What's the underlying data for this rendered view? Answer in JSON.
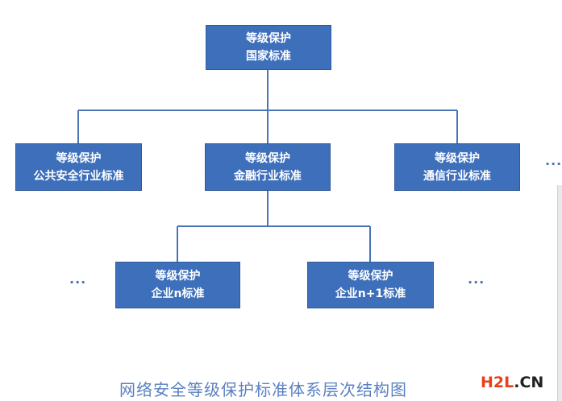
{
  "nodes": {
    "national": {
      "line1": "等级保护",
      "line2": "国家标准"
    },
    "public_security": {
      "line1": "等级保护",
      "line2": "公共安全行业标准"
    },
    "finance": {
      "line1": "等级保护",
      "line2": "金融行业标准"
    },
    "telecom": {
      "line1": "等级保护",
      "line2": "通信行业标准"
    },
    "enterprise_n": {
      "line1": "等级保护",
      "line2": "企业n标准"
    },
    "enterprise_n1": {
      "line1": "等级保护",
      "line2": "企业n+1标准"
    }
  },
  "ellipsis": "···",
  "caption": "网络安全等级保护标准体系层次结构图",
  "logo": {
    "h2l": "H2L",
    "cn": ".CN"
  },
  "colors": {
    "box": "#3d6fba",
    "line": "#4a74b8",
    "caption": "#5b80c2",
    "logo_accent": "#e8401c"
  }
}
